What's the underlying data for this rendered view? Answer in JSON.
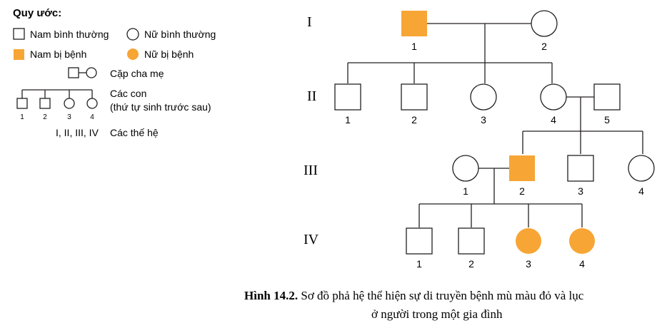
{
  "legend": {
    "title": "Quy ước:",
    "normal_male": "Nam bình thường",
    "normal_female": "Nữ bình thường",
    "affected_male": "Nam bị bệnh",
    "affected_female": "Nữ bị bệnh",
    "parents": "Cặp cha mẹ",
    "children_line1": "Các con",
    "children_line2": "(thứ tự sinh trước sau)",
    "children_nums": [
      "1",
      "2",
      "3",
      "4"
    ],
    "generations_roman": "I, II, III, IV",
    "generations": "Các thế hệ"
  },
  "colors": {
    "affected": "#f7a535",
    "line": "#231f20"
  },
  "pedigree": {
    "generations": [
      {
        "label": "I",
        "individuals": [
          {
            "num": "1",
            "sex": "male",
            "affected": true
          },
          {
            "num": "2",
            "sex": "female",
            "affected": false
          }
        ]
      },
      {
        "label": "II",
        "individuals": [
          {
            "num": "1",
            "sex": "male",
            "affected": false
          },
          {
            "num": "2",
            "sex": "male",
            "affected": false
          },
          {
            "num": "3",
            "sex": "female",
            "affected": false
          },
          {
            "num": "4",
            "sex": "female",
            "affected": false
          },
          {
            "num": "5",
            "sex": "male",
            "affected": false
          }
        ]
      },
      {
        "label": "III",
        "individuals": [
          {
            "num": "1",
            "sex": "female",
            "affected": false
          },
          {
            "num": "2",
            "sex": "male",
            "affected": true
          },
          {
            "num": "3",
            "sex": "male",
            "affected": false
          },
          {
            "num": "4",
            "sex": "female",
            "affected": false
          }
        ]
      },
      {
        "label": "IV",
        "individuals": [
          {
            "num": "1",
            "sex": "male",
            "affected": false
          },
          {
            "num": "2",
            "sex": "male",
            "affected": false
          },
          {
            "num": "3",
            "sex": "female",
            "affected": true
          },
          {
            "num": "4",
            "sex": "female",
            "affected": true
          }
        ]
      }
    ]
  },
  "caption": {
    "label": "Hình 14.2.",
    "line1": " Sơ đồ phả hệ thể hiện sự di truyền bệnh mù màu đỏ và lục",
    "line2": "ở người trong một gia đình"
  }
}
